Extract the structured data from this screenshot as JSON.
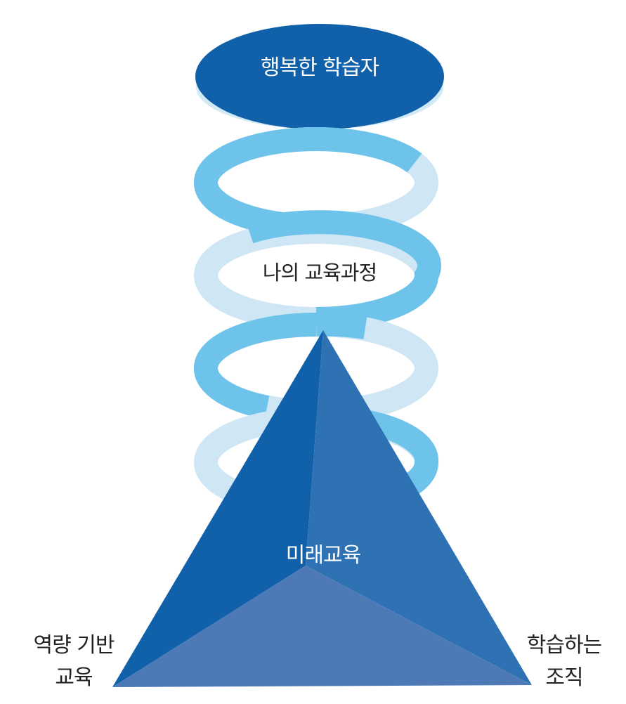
{
  "top": {
    "label": "행복한 학습자"
  },
  "middle": {
    "label": "나의 교육과정"
  },
  "pyramid": {
    "apex_label": "미래교육",
    "left_corner": [
      "역량 기반",
      "교육"
    ],
    "right_corner": [
      "학습하는",
      "조직"
    ]
  },
  "colors": {
    "dark_blue": "#1060aa",
    "light_blue": "#6ec3ea",
    "pale_blue": "#cfe7f5",
    "mid_blue": "#2f72b3",
    "slate_blue": "#4d7ab7"
  }
}
